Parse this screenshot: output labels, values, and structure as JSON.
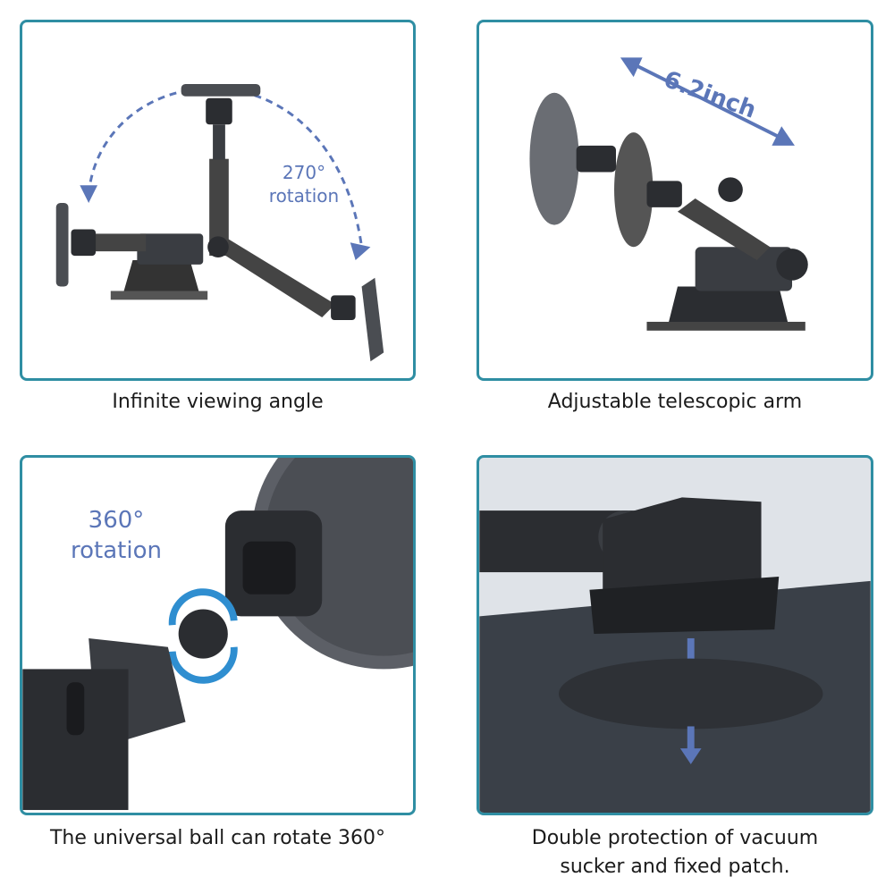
{
  "panels": [
    {
      "caption": "Infinite viewing angle",
      "annotation": "270°\nrotation"
    },
    {
      "caption": "Adjustable telescopic arm",
      "annotation": "6.2inch"
    },
    {
      "caption": "The universal ball can rotate 360°",
      "annotation": "360°\nrotation"
    },
    {
      "caption": "Double protection of vacuum\nsucker and fixed patch."
    }
  ],
  "colors": {
    "frame": "#2f8ea3",
    "annotation": "#5b76b8",
    "product": "#3a3d42"
  }
}
